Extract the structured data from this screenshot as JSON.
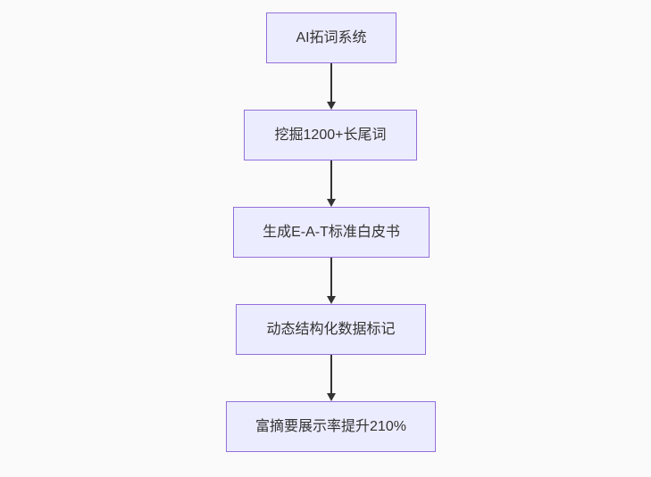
{
  "flowchart": {
    "type": "flowchart-top-down",
    "colors": {
      "background": "#fafafa",
      "node_fill": "#ececff",
      "node_border": "#9370db",
      "arrow": "#333333",
      "text": "#333333"
    },
    "nodes": [
      {
        "label": "AI拓词系统"
      },
      {
        "label": "挖掘1200+长尾词"
      },
      {
        "label": "生成E-A-T标准白皮书"
      },
      {
        "label": "动态结构化数据标记"
      },
      {
        "label": "富摘要展示率提升210%"
      }
    ],
    "edges": [
      {
        "from": 0,
        "to": 1
      },
      {
        "from": 1,
        "to": 2
      },
      {
        "from": 2,
        "to": 3
      },
      {
        "from": 3,
        "to": 4
      }
    ]
  }
}
